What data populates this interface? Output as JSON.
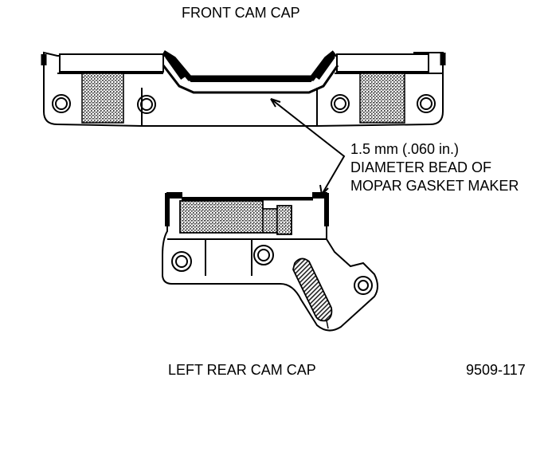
{
  "labels": {
    "front_cam_cap": "FRONT CAM CAP",
    "left_rear_cam_cap": "LEFT REAR CAM CAP",
    "figure_number": "9509-117",
    "callout_line1": "1.5 mm (.060 in.)",
    "callout_line2": "DIAMETER BEAD OF",
    "callout_line3": "MOPAR GASKET MAKER"
  },
  "colors": {
    "ink": "#000000",
    "paper": "#ffffff",
    "sealer_hatch": "#555555"
  }
}
